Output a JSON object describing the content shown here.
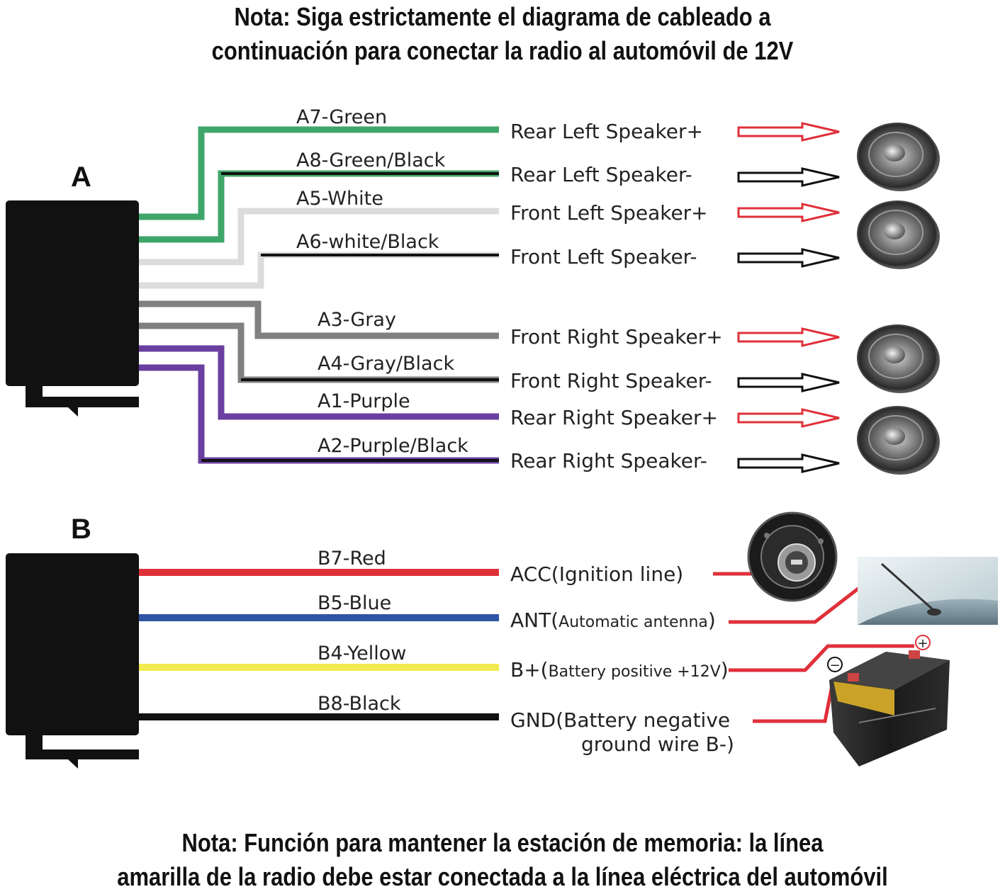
{
  "note_top": [
    "Nota: Siga estrictamente el diagrama de cableado a",
    "continuación para conectar la radio al automóvil de 12V"
  ],
  "note_bottom": [
    "Nota: Función para mantener la estación de memoria: la línea",
    "amarilla de la radio debe estar conectada a la línea eléctrica del automóvil"
  ],
  "connector_a": {
    "letter": "A",
    "wires": [
      {
        "label": "A7-Green",
        "color": "#3fa66a",
        "dest": "Rear Left Speaker+",
        "polarity": "+"
      },
      {
        "label": "A8-Green/Black",
        "color": "#3fa66a",
        "stripe": "#111111",
        "dest": "Rear Left Speaker-",
        "polarity": "-"
      },
      {
        "label": "A5-White",
        "color": "#dcdcdc",
        "dest": "Front Left Speaker+",
        "polarity": "+"
      },
      {
        "label": "A6-white/Black",
        "color": "#dcdcdc",
        "stripe": "#111111",
        "dest": "Front Left Speaker-",
        "polarity": "-"
      },
      {
        "label": "A3-Gray",
        "color": "#808080",
        "dest": "Front Right Speaker+",
        "polarity": "+"
      },
      {
        "label": "A4-Gray/Black",
        "color": "#808080",
        "stripe": "#111111",
        "dest": "Front Right Speaker-",
        "polarity": "-"
      },
      {
        "label": "A1-Purple",
        "color": "#6a3fa0",
        "dest": "Rear Right Speaker+",
        "polarity": "+"
      },
      {
        "label": "A2-Purple/Black",
        "color": "#6a3fa0",
        "stripe": "#111111",
        "dest": "Rear Right Speaker-",
        "polarity": "-"
      }
    ]
  },
  "connector_b": {
    "letter": "B",
    "wires": [
      {
        "label": "B7-Red",
        "color": "#e0303a",
        "dest_main": "ACC(Ignition line)",
        "dest_small": ""
      },
      {
        "label": "B5-Blue",
        "color": "#2f55a5",
        "dest_main": "ANT(",
        "dest_small": "Automatic antenna",
        "dest_end": ")"
      },
      {
        "label": "B4-Yellow",
        "color": "#f2ea4e",
        "dest_main": "B+(",
        "dest_small": "Battery positive +12V",
        "dest_end": ")"
      },
      {
        "label": "B8-Black",
        "color": "#111111",
        "dest_main": "GND(Battery negative",
        "dest_line2": "ground wire B-)"
      }
    ]
  },
  "colors": {
    "positive_arrow": "#e0303a",
    "negative_arrow": "#111111",
    "connector_body": "#111111"
  },
  "icons": [
    "speaker-icon",
    "ignition-key-icon",
    "car-antenna-icon",
    "car-battery-icon"
  ],
  "battery_marks": {
    "plus": "+",
    "minus": "−"
  }
}
